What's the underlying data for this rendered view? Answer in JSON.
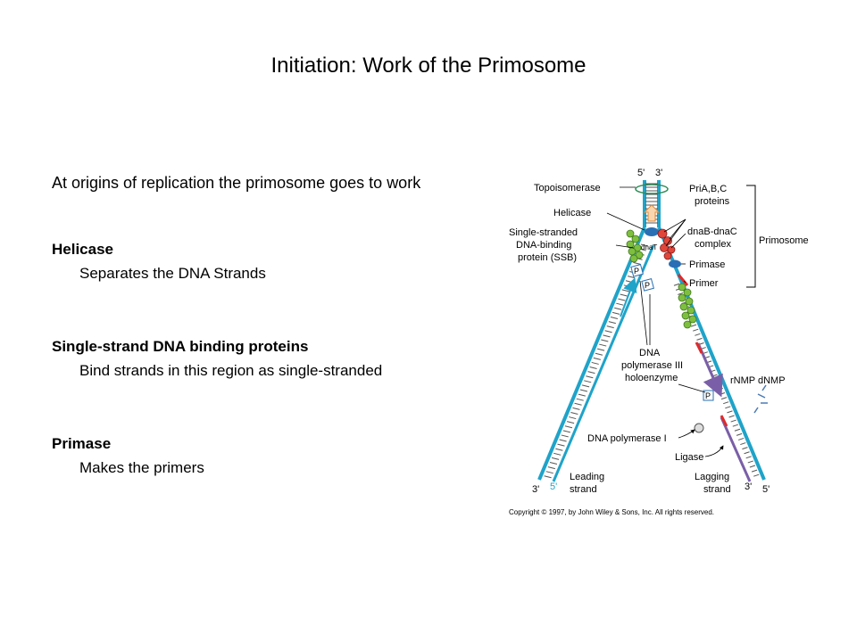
{
  "slide": {
    "title": "Initiation: Work of the Primosome",
    "intro": "At origins of replication the primosome goes to work",
    "items": [
      {
        "term": "Helicase",
        "desc": "Separates the DNA Strands"
      },
      {
        "term": "Single-strand DNA binding proteins",
        "desc": "Bind strands in this region as single-stranded"
      },
      {
        "term": "Primase",
        "desc": "Makes the primers"
      }
    ]
  },
  "diagram": {
    "labels": {
      "top_5": "5'",
      "top_3": "3'",
      "topoisomerase": "Topoisomerase",
      "helicase": "Helicase",
      "ssb_1": "Single-stranded",
      "ssb_2": "DNA-binding",
      "ssb_3": "protein (SSB)",
      "pri_1": "PriA,B,C",
      "pri_2": "proteins",
      "dnab_1": "dnaB-dnaC",
      "dnab_2": "complex",
      "primosome": "Primosome",
      "primase": "Primase",
      "primer": "Primer",
      "dnaT": "dnaT",
      "p_mark": "P",
      "pol3_1": "DNA",
      "pol3_2": "polymerase III",
      "pol3_3": "holoenzyme",
      "rnmp": "rNMP dNMP",
      "pol1": "DNA polymerase I",
      "ligase": "Ligase",
      "leading_1": "Leading",
      "leading_2": "strand",
      "lagging_1": "Lagging",
      "lagging_2": "strand",
      "bottom_3_left": "3'",
      "bottom_5_left": "5'",
      "bottom_3_right": "3'",
      "bottom_5_right": "5'",
      "copyright": "Copyright © 1997, by John Wiley & Sons, Inc. All rights reserved."
    },
    "colors": {
      "strand": "#1fa3c9",
      "strand_dark": "#127896",
      "ssb": "#7fbf3f",
      "ssb_edge": "#3f7a1a",
      "pri": "#e0463a",
      "helicase": "#2a6fb3",
      "primer": "#e02a2a",
      "lagging_new": "#7a5fa8",
      "arrow": "#e08a3a"
    }
  }
}
